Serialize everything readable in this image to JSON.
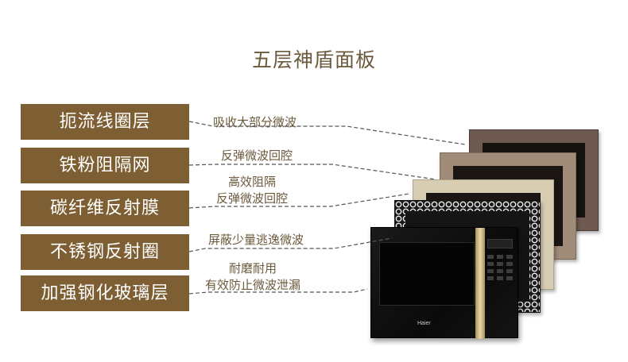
{
  "title": "五层神盾面板",
  "layers": [
    {
      "label": "扼流线圈层",
      "desc": [
        "吸收大部分微波"
      ]
    },
    {
      "label": "铁粉阻隔网",
      "desc": [
        "反弹微波回腔"
      ]
    },
    {
      "label": "碳纤维反射膜",
      "desc": [
        "高效阻隔",
        "反弹微波回腔"
      ]
    },
    {
      "label": "不锈钢反射圈",
      "desc": [
        "屏蔽少量逃逸微波"
      ]
    },
    {
      "label": "加强钢化玻璃层",
      "desc": [
        "耐磨耐用",
        "有效防止微波泄漏"
      ]
    }
  ],
  "product": {
    "brand": "Haier"
  },
  "colors": {
    "label_bg": "#7d5f33",
    "text_brown": "#6b5a3c"
  }
}
